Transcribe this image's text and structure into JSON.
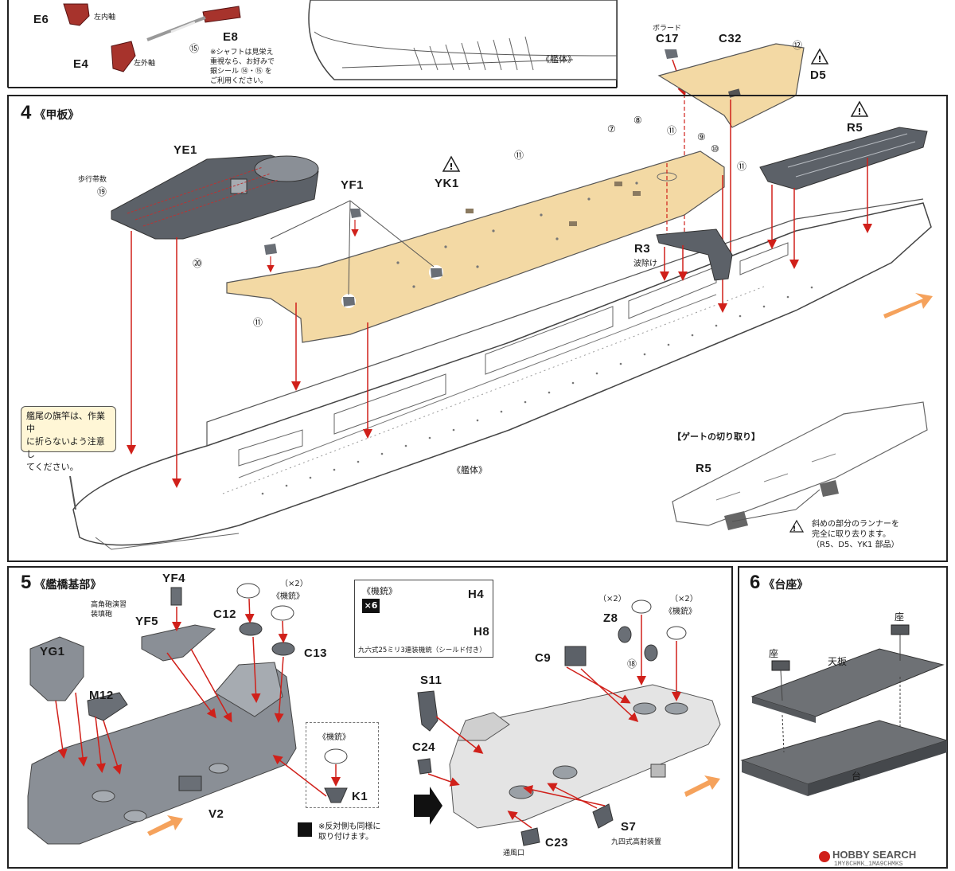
{
  "top": {
    "parts": {
      "e6": "E6",
      "e4": "E4",
      "e8": "E8"
    },
    "e6_note": "左内軸",
    "e4_note": "左外軸",
    "num15": "⑮",
    "shaft_note": [
      "※シャフトは見栄え",
      "重視なら、お好みで",
      "銀シール ⑭・⑮ を",
      "ご利用ください。"
    ],
    "hull": "《艦体》",
    "bollard_note": "ボラード",
    "c17": "C17",
    "c32": "C32",
    "d5": "D5",
    "num12": "⑫"
  },
  "step4": {
    "number": "4",
    "title": "《甲板》",
    "ye1": "YE1",
    "walk_note": "歩行帯数",
    "num19": "⑲",
    "num20": "⑳",
    "yf1": "YF1",
    "yk1": "YK1",
    "num7": "⑦",
    "num8": "⑧",
    "num9": "⑨",
    "num10": "⑩",
    "num11": "⑪",
    "r3": "R3",
    "r3_note": "波除け",
    "r5": "R5",
    "flag_note": [
      "艦尾の旗竿は、作業中",
      "に折らないよう注意し",
      "てください。"
    ],
    "hull": "《艦体》",
    "gate_title": "【ゲートの切り取り】",
    "gate_r5": "R5",
    "gate_note": [
      "斜めの部分のランナーを",
      "完全に取り去ります。",
      "（R5、D5、YK1 部品）"
    ]
  },
  "step5": {
    "number": "5",
    "title": "《艦橋基部》",
    "yf4": "YF4",
    "yf5": "YF5",
    "aa_note": [
      "高角砲演習",
      "装填砲"
    ],
    "yg1": "YG1",
    "m12": "M12",
    "v2": "V2",
    "c12": "C12",
    "c13": "C13",
    "x2a": "（×2）",
    "mg_a": "《機銃》",
    "mg_b": "《機銃》",
    "k1": "K1",
    "mirror_note": [
      "※反対側も同様に",
      "取り付けます。"
    ],
    "legend_title": "《機銃》",
    "legend_x6": "×6",
    "h4": "H4",
    "h8": "H8",
    "legend_note": "九六式25ミリ3連装機銃（シールド付き）",
    "x2b": "（×2）",
    "x2c": "（×2）",
    "mg_c": "《機銃》",
    "z8": "Z8",
    "num18": "⑱",
    "c9": "C9",
    "s11": "S11",
    "c24": "C24",
    "s7": "S7",
    "s7_note": "九四式高射装置",
    "c23": "C23",
    "vent_note": "通風口"
  },
  "step6": {
    "number": "6",
    "title": "《台座》",
    "seat_a": "座",
    "seat_b": "座",
    "top_board": "天板",
    "base": "台"
  },
  "watermark": {
    "brand": "HOBBY SEARCH",
    "code": "1MY8CHMK_1MA9CHMKS"
  },
  "colors": {
    "deck_wood": "#f3d9a4",
    "part_gray": "#8a8f96",
    "dark_gray": "#5c6168",
    "arrow_red": "#d0201a",
    "hull_line": "#444444",
    "accent_orange": "#f5a25c",
    "stand_gray": "#6e7175"
  }
}
